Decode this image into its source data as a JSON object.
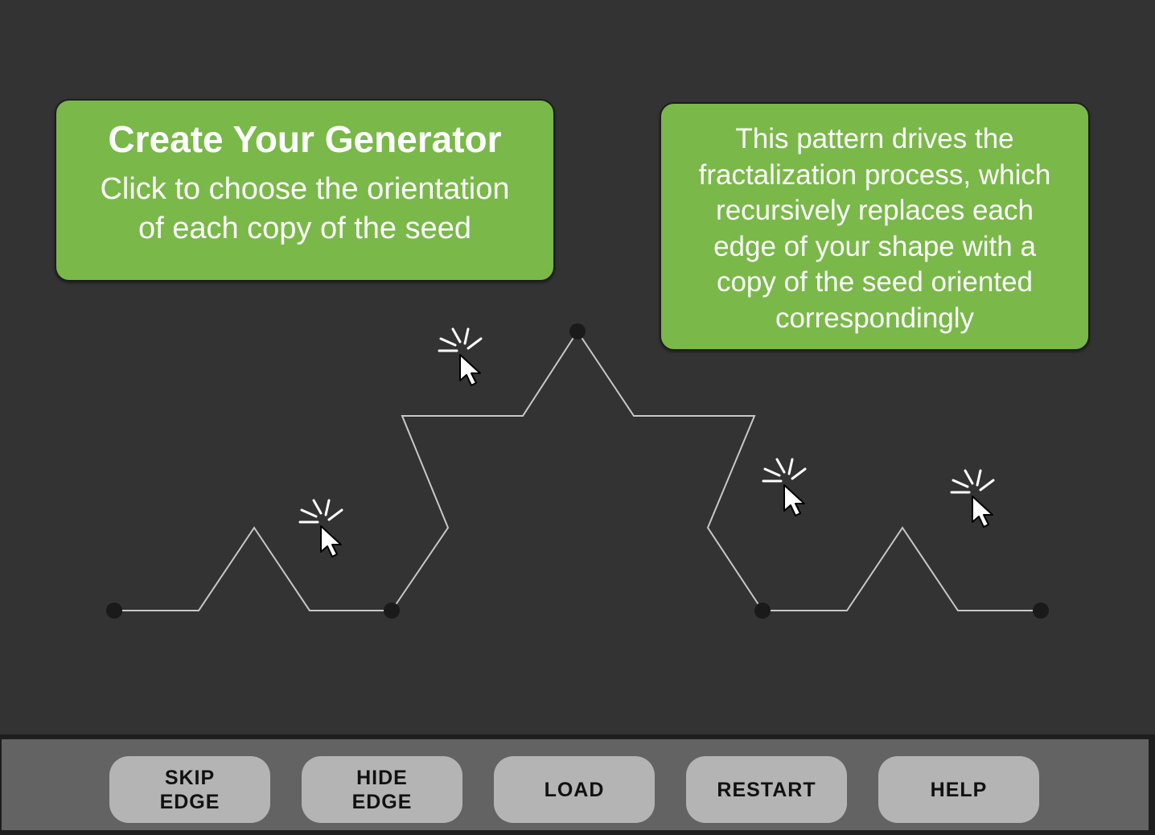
{
  "cards": {
    "generator": {
      "title": "Create Your Generator",
      "body": "Click to choose the orientation of each copy of the seed"
    },
    "info": {
      "body": "This pattern drives the fractalization process, which recursively replaces each edge of your shape with a copy of the seed oriented correspondingly"
    }
  },
  "toolbar": {
    "skip_edge": "SKIP\nEDGE",
    "hide_edge": "HIDE\nEDGE",
    "load": "LOAD",
    "restart": "RESTART",
    "help": "HELP"
  },
  "colors": {
    "background": "#333333",
    "card": "#7ab84a",
    "line": "#c8c8c8",
    "vertex": "#1a1a1a",
    "button": "#b4b4b4",
    "toolbar": "#636363"
  },
  "icons": [
    "click-cursor-icon"
  ]
}
